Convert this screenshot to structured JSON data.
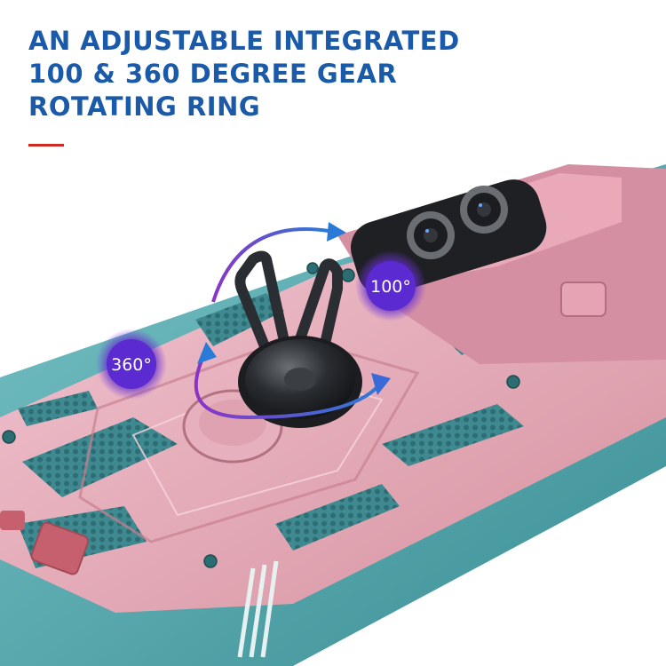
{
  "headline": {
    "line1": "AN ADJUSTABLE INTEGRATED",
    "line2": "100 & 360 DEGREE GEAR",
    "line3": "ROTATING RING"
  },
  "badges": {
    "left": "360°",
    "right": "100°"
  },
  "colors": {
    "headline": "#1a5aa8",
    "accent_bar": "#cc2a24",
    "case_frame": "#4fa3a8",
    "case_pink": "#e0a3b3",
    "ring_metal": "#2a2d31",
    "arrow_gradient": [
      "#2a7bd8",
      "#8a34c6"
    ]
  },
  "product": {
    "description_icons": [
      "phone-case",
      "kickstand-ring",
      "camera-slide-cover",
      "rotation-arrow"
    ]
  }
}
